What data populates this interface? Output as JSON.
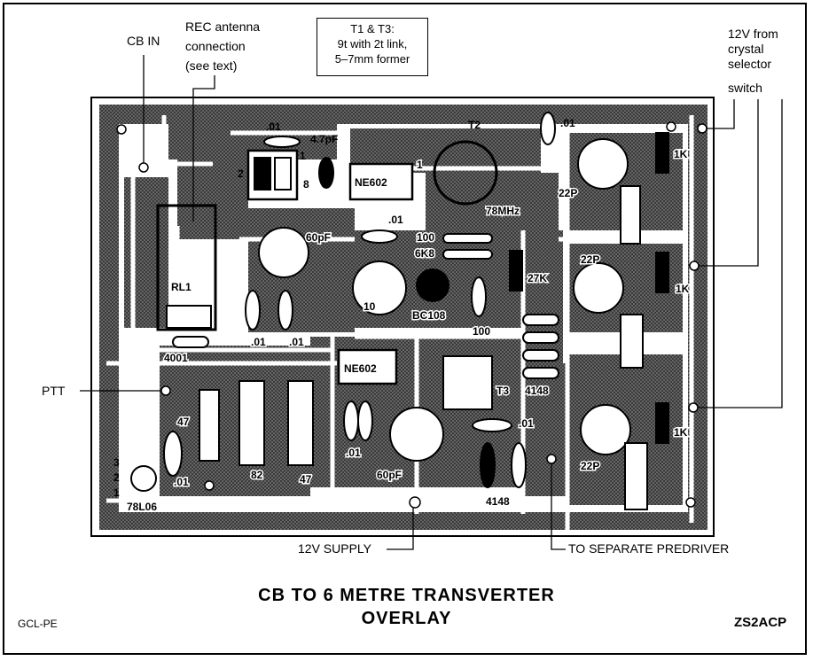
{
  "labels": {
    "cb_in": "CB IN",
    "rec_antenna": [
      "REC antenna",
      "connection",
      "(see text)"
    ],
    "t_note": [
      "T1 & T3:",
      "9t with 2t link,",
      "5–7mm former"
    ],
    "twelve_v_from": [
      "12V from",
      "crystal",
      "selector",
      "switch"
    ],
    "ptt": "PTT",
    "supply": "12V SUPPLY",
    "predriver": "TO SEPARATE PREDRIVER"
  },
  "title": [
    "CB TO 6 METRE TRANSVERTER",
    "OVERLAY"
  ],
  "credit_left": "GCL-PE",
  "credit_right": "ZS2ACP",
  "components": {
    "c01_top": ".01",
    "c47pf": "4.7pF",
    "t1_num": "2",
    "t1_num2": "1",
    "ic1": "NE602",
    "t2": "T2",
    "ic_leg": "1",
    "cap_leg": "8",
    "c01_right": ".01",
    "x_mhz": "78MHz",
    "r1k_top": "1K",
    "c22p_top": "22P",
    "c01_mid": ".01",
    "c60pf": "60pF",
    "r100": "100",
    "r6k8": "6K8",
    "c22p_mid": "22P",
    "r27k": "27K",
    "rl1": "RL1",
    "c10": "10",
    "bc108": "BC108",
    "c100": "100",
    "r1k_mid": "1K",
    "c01_a": ".01",
    "c01_b": ".01",
    "d4001": "4001",
    "ic2": "NE602",
    "t3": "T3",
    "d4148_mid": "4148",
    "c47_left": "47",
    "c01_lower": ".01",
    "c01_lower2": ".01",
    "pin3": "3",
    "pin2": "2",
    "pin1": "1",
    "c01_reg": ".01",
    "reg": "78L06",
    "r82": "82",
    "r47": "47",
    "c60pf_low": "60pF",
    "d4148_low": "4148",
    "c22p_low": "22P",
    "r1k_low": "1K"
  }
}
